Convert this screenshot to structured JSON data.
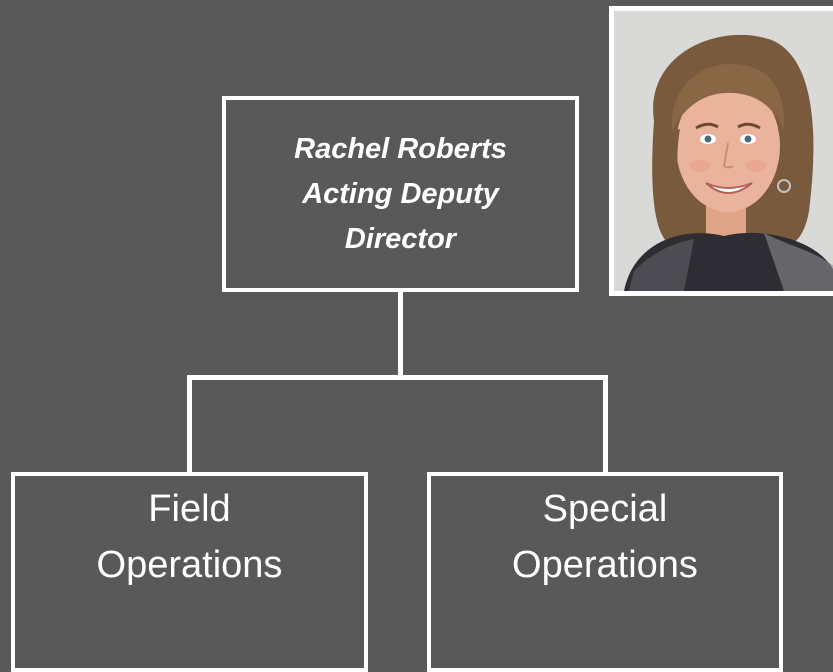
{
  "org_chart": {
    "top_node": {
      "lines": [
        "Rachel Roberts",
        "Acting Deputy",
        "Director"
      ]
    },
    "children": [
      {
        "lines": [
          "Field",
          "Operations"
        ]
      },
      {
        "lines": [
          "Special",
          "Operations"
        ]
      }
    ]
  },
  "photo": {
    "subject": "portrait-photo"
  },
  "colors": {
    "background": "#595959",
    "box_border": "#ffffff",
    "text": "#ffffff"
  }
}
